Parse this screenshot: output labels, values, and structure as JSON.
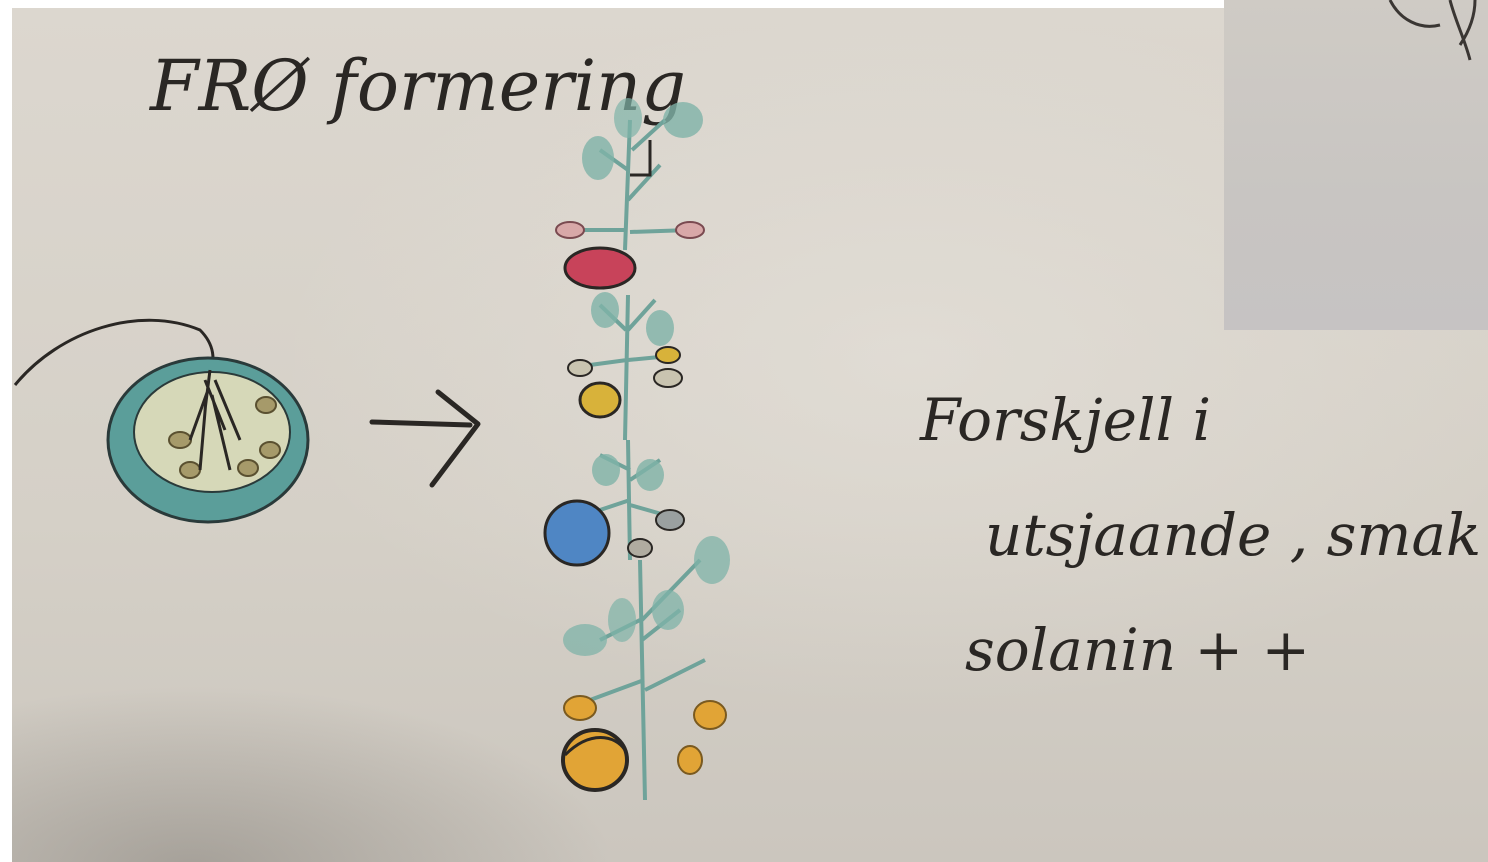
{
  "title": "FRØ formering",
  "note_lines": [
    "Forskjell i",
    "utsjaande , smak",
    "solanin + +"
  ],
  "colors": {
    "paper": "#d8d3ca",
    "pencil": "#2a2724",
    "stem": "#6fa39a",
    "leaf": "#7fb3a8",
    "tuber_red": "#c8435a",
    "tuber_yellow": "#d8b23a",
    "tuber_blue": "#4f86c4",
    "tuber_orange": "#e1a436"
  },
  "icons": [
    "seed-dish-icon",
    "arrow-right-icon",
    "potato-plant-icon"
  ]
}
